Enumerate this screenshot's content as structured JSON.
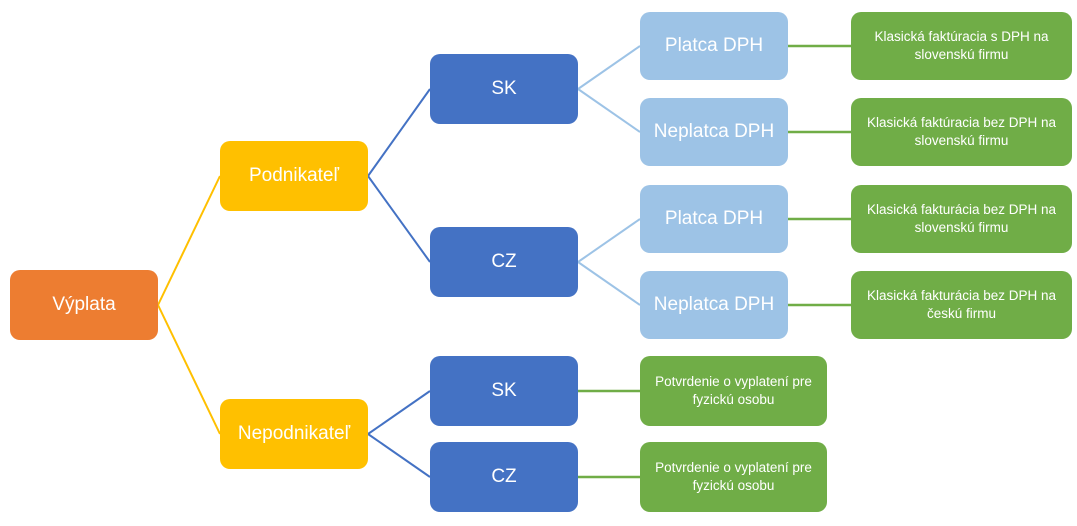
{
  "tree": {
    "root": {
      "label": "Výplata"
    },
    "branches": [
      {
        "label": "Podnikateľ",
        "children": [
          {
            "label": "SK",
            "children": [
              {
                "label": "Platca DPH",
                "result": "Klasická faktúracia s DPH na slovenskú firmu"
              },
              {
                "label": "Neplatca DPH",
                "result": "Klasická faktúracia bez DPH na slovenskú firmu"
              }
            ]
          },
          {
            "label": "CZ",
            "children": [
              {
                "label": "Platca DPH",
                "result": "Klasická fakturácia bez DPH na slovenskú firmu"
              },
              {
                "label": "Neplatca DPH",
                "result": "Klasická fakturácia bez DPH na českú firmu"
              }
            ]
          }
        ]
      },
      {
        "label": "Nepodnikateľ",
        "children": [
          {
            "label": "SK",
            "result": "Potvrdenie o vyplatení pre fyzickú osobu"
          },
          {
            "label": "CZ",
            "result": "Potvrdenie o vyplatení pre fyzickú osobu"
          }
        ]
      }
    ],
    "colors": {
      "root_box": "#ED7D31",
      "branch_box": "#FFC000",
      "country_box": "#4472C4",
      "vat_box": "#9DC3E6",
      "result_box": "#70AD47",
      "connector_root": "#FFC000",
      "connector_branch": "#4472C4",
      "connector_vat": "#9DC3E6",
      "connector_result": "#70AD47",
      "text": "#FFFFFF"
    }
  }
}
